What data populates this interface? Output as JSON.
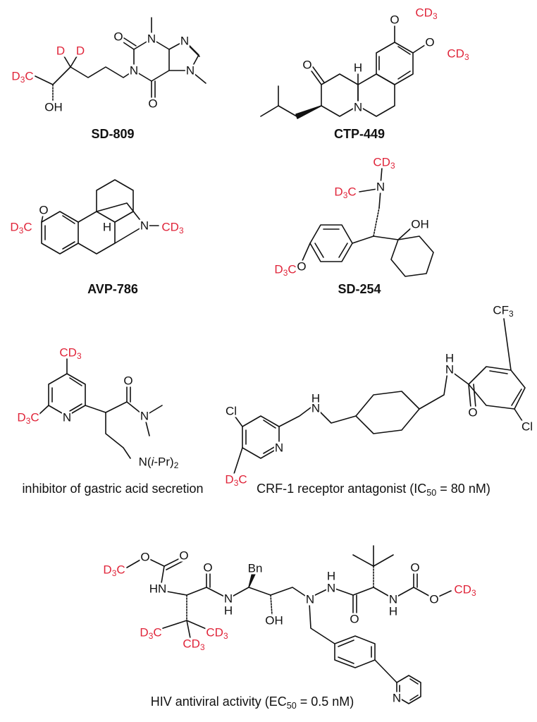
{
  "colors": {
    "deuterium_label": "#e0253a",
    "bond": "#111111"
  },
  "compounds": {
    "sd809": {
      "name": "SD-809",
      "atoms": {
        "d3c": "D3C",
        "oh": "OH",
        "d1": "D",
        "d2": "D",
        "o1": "O",
        "n1": "N",
        "n3": "N",
        "o2": "O",
        "n7": "N",
        "n9": "N"
      }
    },
    "ctp449": {
      "name": "CTP-449",
      "atoms": {
        "o_ketone": "O",
        "h": "H",
        "n": "N",
        "o1": "O",
        "cd3_1": "CD3",
        "o2": "O",
        "cd3_2": "CD3"
      }
    },
    "avp786": {
      "name": "AVP-786",
      "atoms": {
        "d3c": "D3C",
        "o": "O",
        "h": "H",
        "n": "N",
        "cd3": "CD3"
      }
    },
    "sd254": {
      "name": "SD-254",
      "atoms": {
        "cd3_top": "CD3",
        "d3c_n": "D3C",
        "n": "N",
        "oh": "OH",
        "d3c_o": "D3C",
        "o": "O"
      }
    },
    "gastric": {
      "caption": "inhibitor of gastric acid secretion",
      "atoms": {
        "cd3": "CD3",
        "d3c": "D3C",
        "n_py": "N",
        "o": "O",
        "n_amide": "N",
        "n_ipr": "N(i-Pr)2"
      }
    },
    "crf1": {
      "caption": "CRF-1 receptor antagonist (IC50 = 80 nM)",
      "atoms": {
        "cl1": "Cl",
        "d3c": "D3C",
        "n_py": "N",
        "nh1_h": "H",
        "nh1_n": "N",
        "nh2_h": "H",
        "nh2_n": "N",
        "o": "O",
        "cl2": "Cl",
        "cf3": "CF3"
      }
    },
    "hiv": {
      "caption": "HIV antiviral activity (EC50 = 0.5 nM)",
      "atoms": {
        "d3c_1": "D3C",
        "o1": "O",
        "o2": "O",
        "hn": "HN",
        "o3": "O",
        "bn": "Bn",
        "n1": "N",
        "h1": "H",
        "oh": "OH",
        "n2": "N",
        "h2": "H",
        "n3": "N",
        "o4": "O",
        "o5": "O",
        "n4": "N",
        "h4": "H",
        "o6": "O",
        "cd3_1": "CD3",
        "d3c_2": "D3C",
        "cd3_2": "CD3",
        "cd3_3": "CD3",
        "n_py": "N"
      }
    }
  }
}
